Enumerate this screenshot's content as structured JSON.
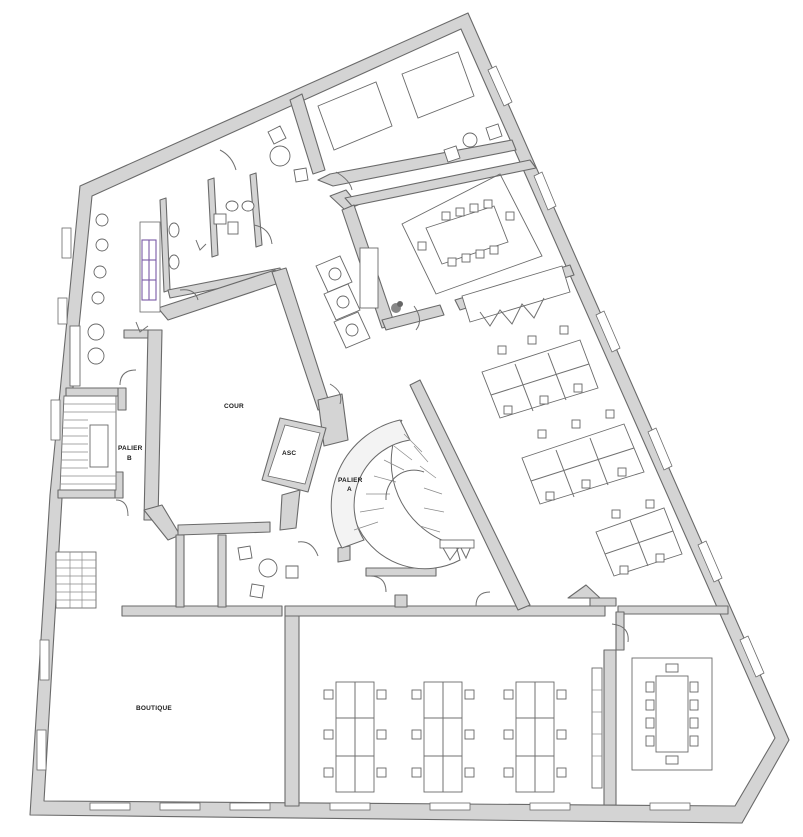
{
  "plan": {
    "labels": {
      "cour": "COUR",
      "asc": "ASC",
      "palier_a_line1": "PALIER",
      "palier_a_line2": "A",
      "palier_b_line1": "PALIER",
      "palier_b_line2": "B",
      "boutique": "BOUTIQUE"
    },
    "colors": {
      "wall_fill": "#d4d4d4",
      "wall_stroke": "#6a6a6a",
      "furniture_stroke": "#6a6a6a",
      "accent_purple": "#7b5aa6"
    },
    "furniture_icons": [
      "desk-icon",
      "office-chair-icon",
      "armchair-icon",
      "round-table-icon",
      "toilet-icon",
      "sink-icon",
      "stair-icon",
      "door-swing-icon",
      "window-icon",
      "plant-icon"
    ]
  }
}
